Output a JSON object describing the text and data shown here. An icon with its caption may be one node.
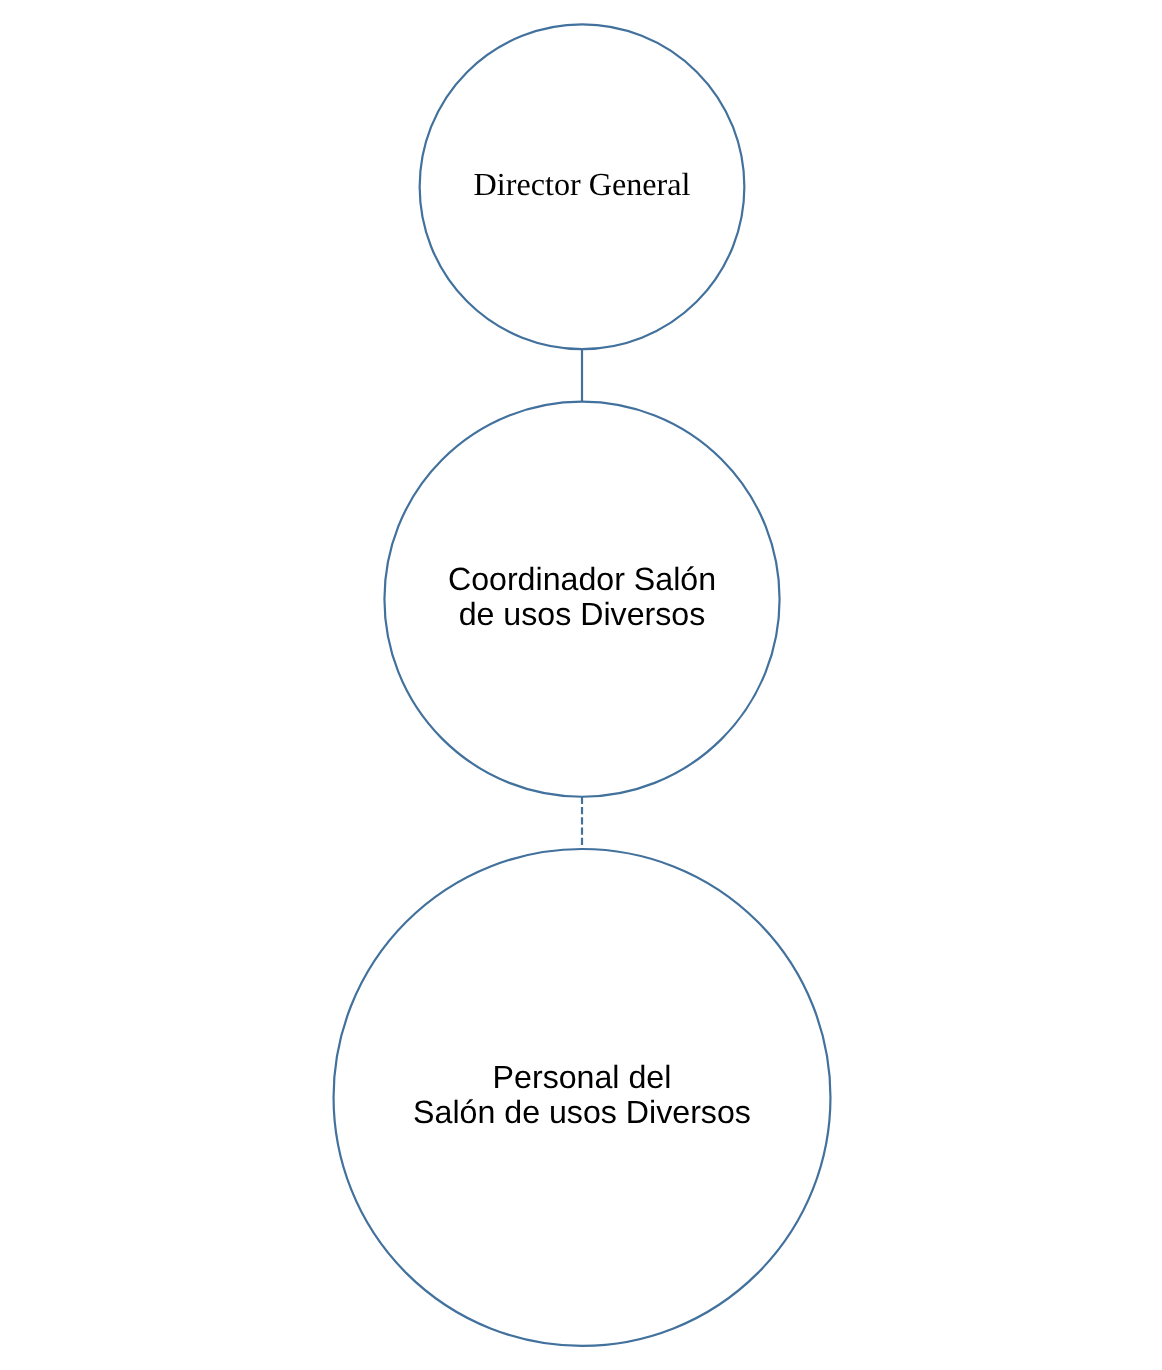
{
  "diagram": {
    "nodes": [
      {
        "text": [
          "Director General"
        ]
      },
      {
        "text": [
          "Coordinador Salón de usos Diversos"
        ]
      },
      {
        "text": [
          "Personal del Salón de usos Diversos"
        ]
      }
    ],
    "edges": [
      {
        "from": 0,
        "to": 1,
        "arrow": "none"
      },
      {
        "from": 1,
        "to": 2,
        "arrow": "none",
        "style": "dashed"
      }
    ]
  }
}
